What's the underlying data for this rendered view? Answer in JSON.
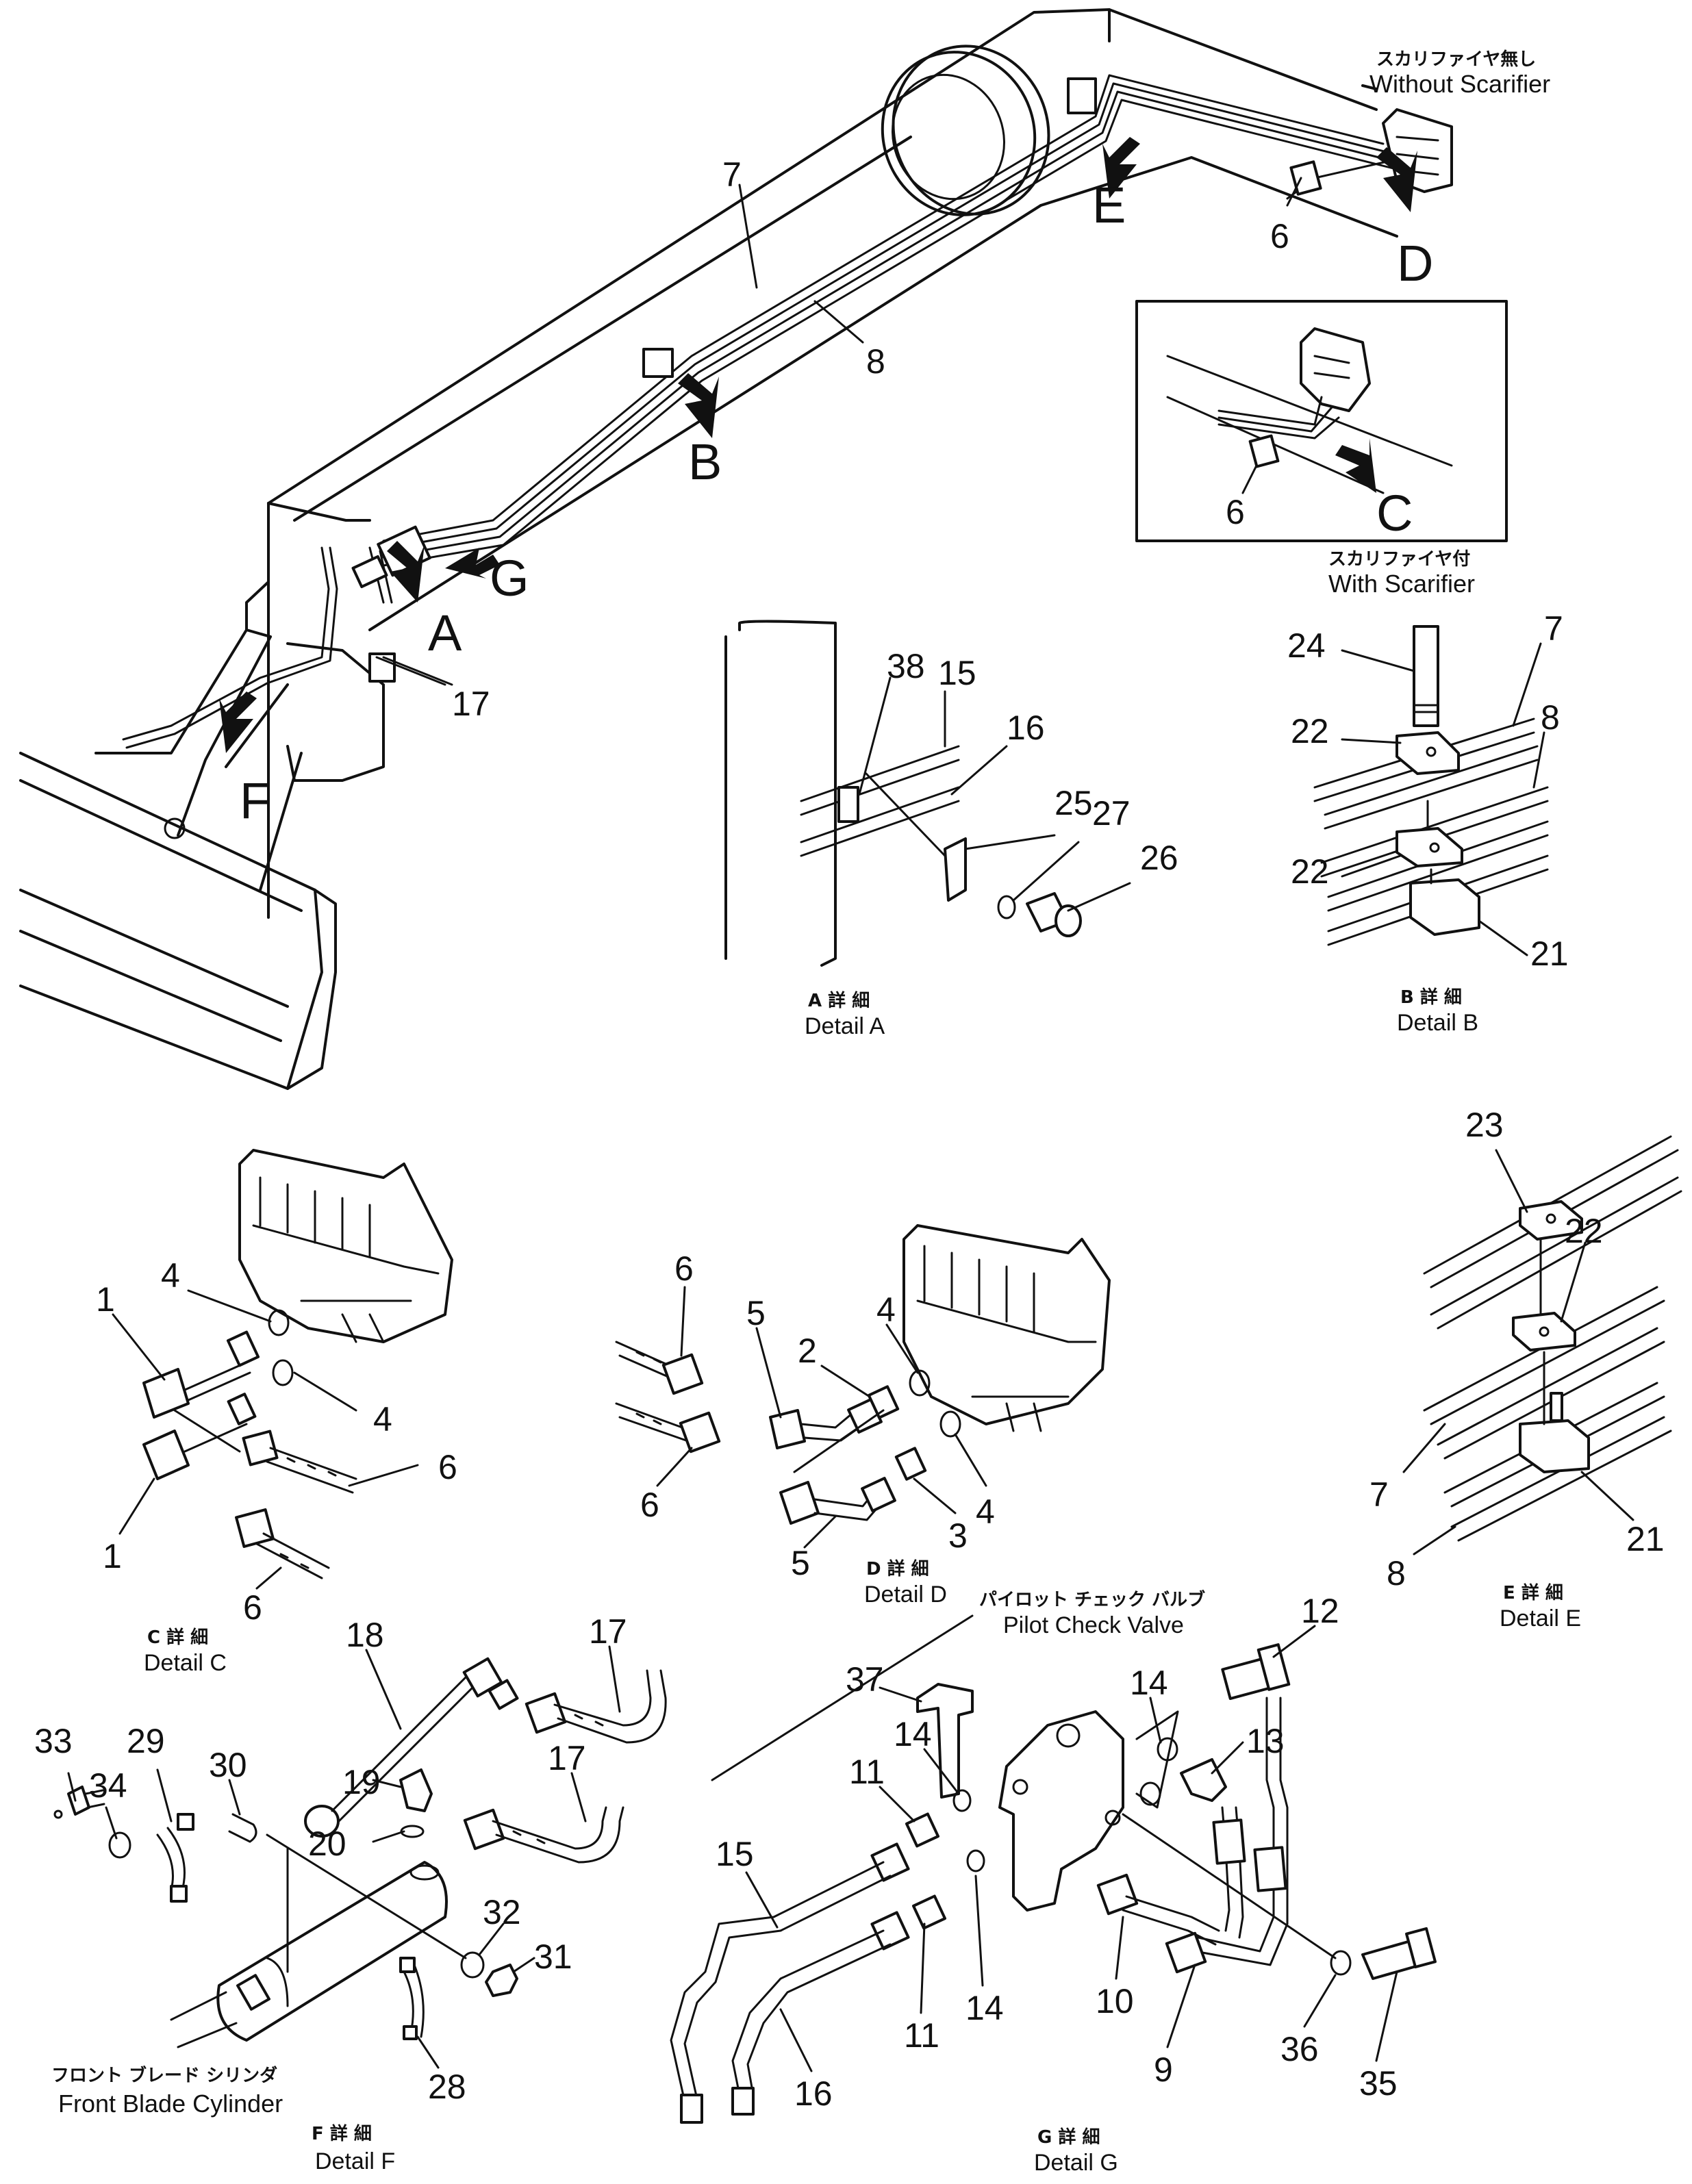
{
  "labels": {
    "without_jp": "スカリファイヤ無し",
    "without_en": "Without Scarifier",
    "with_jp": "スカリファイヤ付",
    "with_en": "With Scarifier",
    "detail_a_jp": "A 詳 細",
    "detail_a_en": "Detail A",
    "detail_b_jp": "B 詳 細",
    "detail_b_en": "Detail B",
    "detail_c_jp": "C 詳 細",
    "detail_c_en": "Detail C",
    "detail_d_jp": "D 詳 細",
    "detail_d_en": "Detail D",
    "detail_e_jp": "E 詳 細",
    "detail_e_en": "Detail E",
    "detail_f_jp": "F 詳 細",
    "detail_f_en": "Detail F",
    "detail_g_jp": "G 詳 細",
    "detail_g_en": "Detail G",
    "pilot_jp": "パイロット チェック バルブ",
    "pilot_en": "Pilot Check Valve",
    "front_jp": "フロント ブレード シリンダ",
    "front_en": "Front Blade Cylinder"
  },
  "view_letters": {
    "a": "A",
    "b": "B",
    "c": "C",
    "d": "D",
    "e": "E",
    "f": "F",
    "g": "G"
  },
  "callouts": {
    "main": [
      "7",
      "8",
      "6",
      "17"
    ],
    "inset_c": [
      "6"
    ],
    "detail_a": [
      "38",
      "15",
      "16",
      "25",
      "27",
      "26"
    ],
    "detail_b": [
      "24",
      "7",
      "22",
      "8",
      "22",
      "21"
    ],
    "detail_c": [
      "4",
      "1",
      "4",
      "6",
      "1",
      "6"
    ],
    "detail_d": [
      "6",
      "5",
      "2",
      "4",
      "6",
      "4",
      "3",
      "5"
    ],
    "detail_e": [
      "23",
      "22",
      "7",
      "8",
      "21"
    ],
    "detail_f": [
      "18",
      "17",
      "33",
      "29",
      "34",
      "30",
      "19",
      "17",
      "20",
      "32",
      "31",
      "28"
    ],
    "detail_g": [
      "12",
      "37",
      "14",
      "13",
      "14",
      "11",
      "15",
      "14",
      "10",
      "11",
      "16",
      "9",
      "36",
      "35"
    ]
  }
}
